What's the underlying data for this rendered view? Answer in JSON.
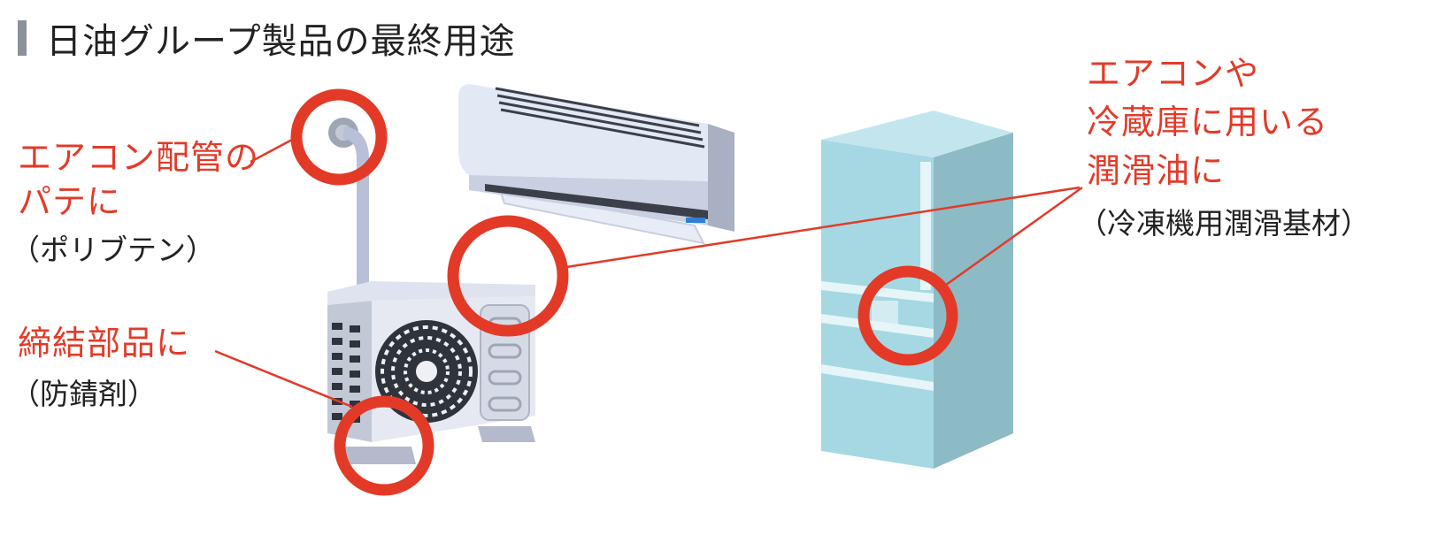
{
  "title": "日油グループ製品の最終用途",
  "callouts": {
    "pipe_putty": {
      "line1": "エアコン配管の",
      "line2": "パテに",
      "material": "（ポリブテン）"
    },
    "fastener": {
      "line1": "締結部品に",
      "material": "（防錆剤）"
    },
    "lubricant": {
      "line1": "エアコンや",
      "line2": "冷蔵庫に用いる",
      "line3": "潤滑油に",
      "material": "（冷凍機用潤滑基材）"
    }
  },
  "colors": {
    "accent_red": "#e33a28",
    "title_bar": "#8a9199",
    "fridge": "#a5d8e3",
    "aircon": "#dfe4f2"
  },
  "icons": [
    "air-conditioner-indoor-unit",
    "air-conditioner-outdoor-unit",
    "refrigerator"
  ]
}
